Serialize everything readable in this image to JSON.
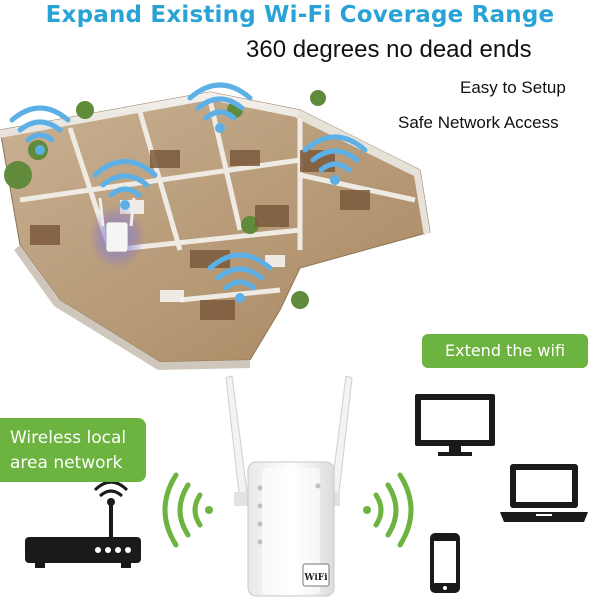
{
  "headline": "Expand Existing Wi-Fi Coverage Range",
  "subheadline": "360 degrees no dead ends",
  "features": [
    "Easy to Setup",
    "Safe Network Access"
  ],
  "badges": {
    "extend": "Extend the wifi",
    "wlan_line1": "Wireless local",
    "wlan_line2": "area network"
  },
  "device_logo": "WiFi",
  "colors": {
    "title": "#29a3d6",
    "badge": "#6db33f",
    "wifi_waves": "#5cb0e6",
    "signal_arcs": "#6db33f"
  },
  "icons": [
    "floor-plan-house",
    "wifi-signal-icon",
    "router-icon",
    "wifi-extender-device",
    "monitor-icon",
    "laptop-icon",
    "smartphone-icon"
  ]
}
